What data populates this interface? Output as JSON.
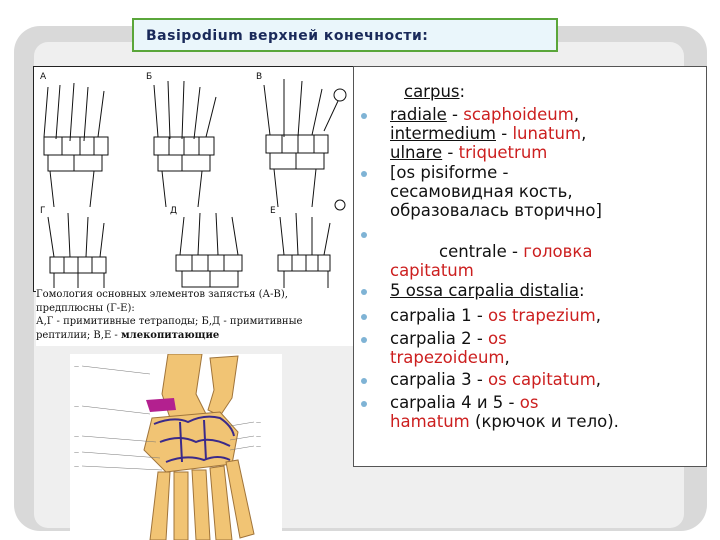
{
  "title": "Basipodium верхней конечности:",
  "caption": {
    "line1": "Гомология основных элементов запястья (А-В),",
    "line2": "предплюсны (Г-Е):",
    "line3": "А,Г - примитивные тетраподы; Б,Д - примитивные",
    "line4a": "рептилии; В,Е - ",
    "line4b": "млекопитающие"
  },
  "figure_top": {
    "panel_letters": [
      "А",
      "Б",
      "В",
      "Г",
      "Д",
      "Е"
    ]
  },
  "bullets": {
    "b1": {
      "text": "carpus",
      "colon": ":"
    },
    "b2": {
      "part1": "radiale",
      "sep": " - ",
      "part2": "scaphoideum",
      "end": ","
    },
    "b2_l2": {
      "part1": "intermedium",
      "sep": " - ",
      "part2": "lunatum",
      "end": ","
    },
    "b2_l3": {
      "part1": "ulnare",
      "sep": " - ",
      "part2": "triquetrum"
    },
    "b3": {
      "line1": "[os pisiforme -",
      "line2": "сесамовидная кость,",
      "line3": "образовалась вторично]"
    },
    "b5": {
      "part1": "centrale",
      "sep": " - ",
      "part2": "головка",
      "line2": "capitatum"
    },
    "b6": {
      "text": "5 ossa carpalia distalia",
      "colon": ":"
    },
    "b7": {
      "part1": "carpalia 1 - ",
      "part2": "os  trapezium",
      "end": ","
    },
    "b8": {
      "part1": "carpalia 2 - ",
      "part2": "os",
      "line2": "trapezoideum",
      "line2_end": ","
    },
    "b9": {
      "part1": "carpalia 3 - ",
      "part2": "os capitatum",
      "end": ","
    },
    "b10": {
      "part1": "carpalia 4 и 5 - ",
      "part2": "os",
      "line2": "hamatum",
      "line2_end": " (крючок и тело)."
    }
  },
  "colors": {
    "accent_red": "#cc1f1f",
    "bullet": "#7fb3d5",
    "title_border": "#5aa63a",
    "bone": "#f1c474"
  }
}
